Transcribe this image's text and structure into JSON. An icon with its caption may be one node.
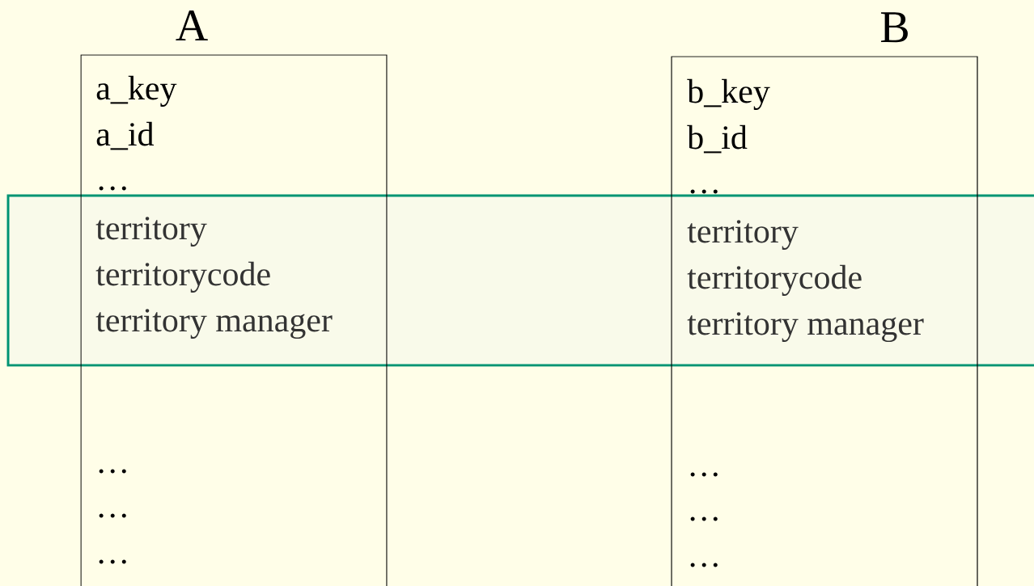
{
  "diagram": {
    "nodes": [
      {
        "text": [
          "A",
          "a_key",
          "a_id",
          "…",
          "territory",
          "territorycode",
          "territory manager",
          "…",
          "…",
          "…"
        ]
      },
      {
        "text": [
          "B",
          "b_key",
          "b_id",
          "…",
          "territory",
          "territorycode",
          "territory manager",
          "…",
          "…",
          "…"
        ]
      },
      {
        "text": [],
        "shape": "box"
      }
    ]
  }
}
